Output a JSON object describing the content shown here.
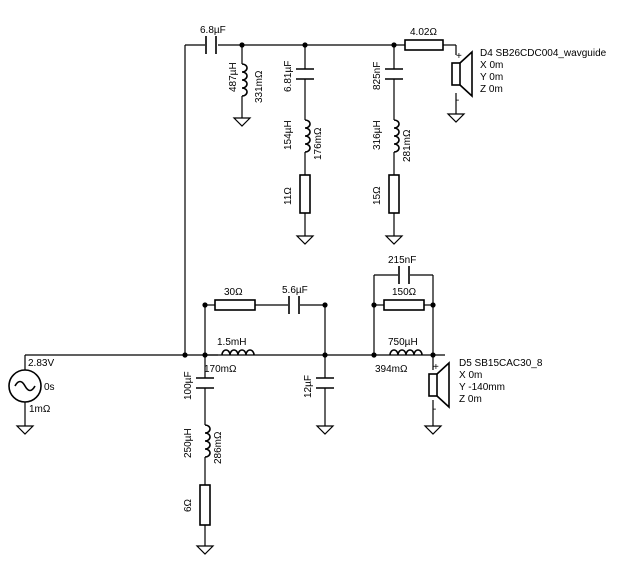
{
  "source": {
    "voltage": "2.83V",
    "time": "0s",
    "resistance": "1mΩ"
  },
  "high_pass": {
    "series_cap": "6.8µF",
    "shunt_ind": "487µH",
    "shunt_ind_res": "331mΩ",
    "series_res": "4.02Ω",
    "notch1": {
      "cap": "6.81µF",
      "ind": "154µH",
      "ind_res": "176mΩ",
      "res": "11Ω"
    },
    "notch2": {
      "cap": "825nF",
      "ind": "316µH",
      "ind_res": "281mΩ",
      "res": "15Ω"
    }
  },
  "driver_tweeter": {
    "name": "D4 SB26CDC004_wavguide",
    "x": "X 0m",
    "y": "Y 0m",
    "z": "Z 0m",
    "color": "#138a13"
  },
  "low_pass": {
    "series_ind": "1.5mH",
    "series_ind_res": "170mΩ",
    "parallel_res": "30Ω",
    "parallel_cap": "5.6µF",
    "shunt_cap": "12µF",
    "zobel": {
      "cap": "100µF",
      "ind": "250µH",
      "ind_res": "286mΩ",
      "res": "6Ω"
    },
    "trap": {
      "cap": "215nF",
      "res": "150Ω",
      "ind": "750µH",
      "ind_res": "394mΩ"
    }
  },
  "driver_woofer": {
    "name": "D5 SB15CAC30_8",
    "x": "X 0m",
    "y": "Y -140mm",
    "z": "Z 0m",
    "color": "#d01010"
  },
  "polarity": {
    "plus": "+",
    "minus": "-"
  }
}
